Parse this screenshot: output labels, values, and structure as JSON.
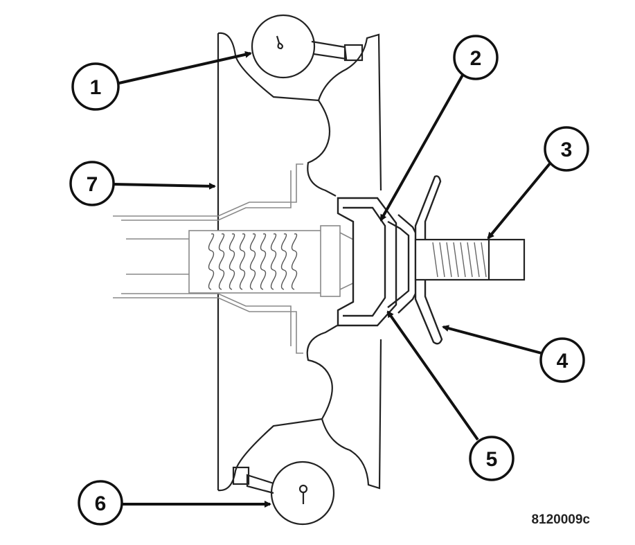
{
  "diagram": {
    "figure_id": "8120009c",
    "callouts": [
      {
        "id": "1",
        "label": "1"
      },
      {
        "id": "2",
        "label": "2"
      },
      {
        "id": "3",
        "label": "3"
      },
      {
        "id": "4",
        "label": "4"
      },
      {
        "id": "5",
        "label": "5"
      },
      {
        "id": "6",
        "label": "6"
      },
      {
        "id": "7",
        "label": "7"
      }
    ]
  }
}
